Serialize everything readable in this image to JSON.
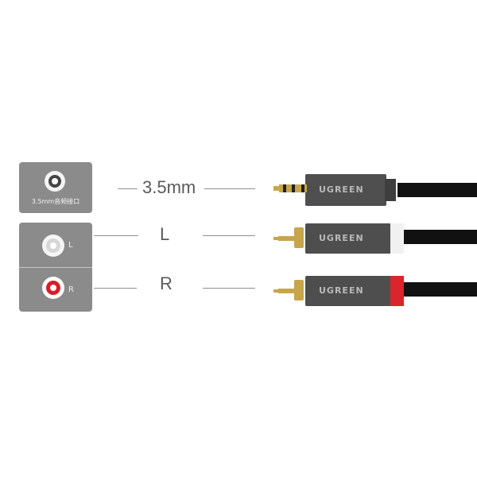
{
  "labels": {
    "top_caption": "3.5mm音频接口",
    "left_marker": "L",
    "right_marker": "R",
    "callout_35": "3.5mm",
    "callout_l": "L",
    "callout_r": "R"
  },
  "brand": {
    "name": "UGREEN"
  },
  "icons": {
    "jack35": "audio-jack-3.5mm-icon",
    "rca_white": "rca-left-socket-icon",
    "rca_red": "rca-right-socket-icon"
  },
  "colors": {
    "panel": "#8b8b8b",
    "line": "#8f8f8f",
    "gold": "#c8a64a",
    "red": "#d9252b",
    "white_ring": "#f1f1f1",
    "connector": "#4f4f4f",
    "cable": "#111111"
  }
}
